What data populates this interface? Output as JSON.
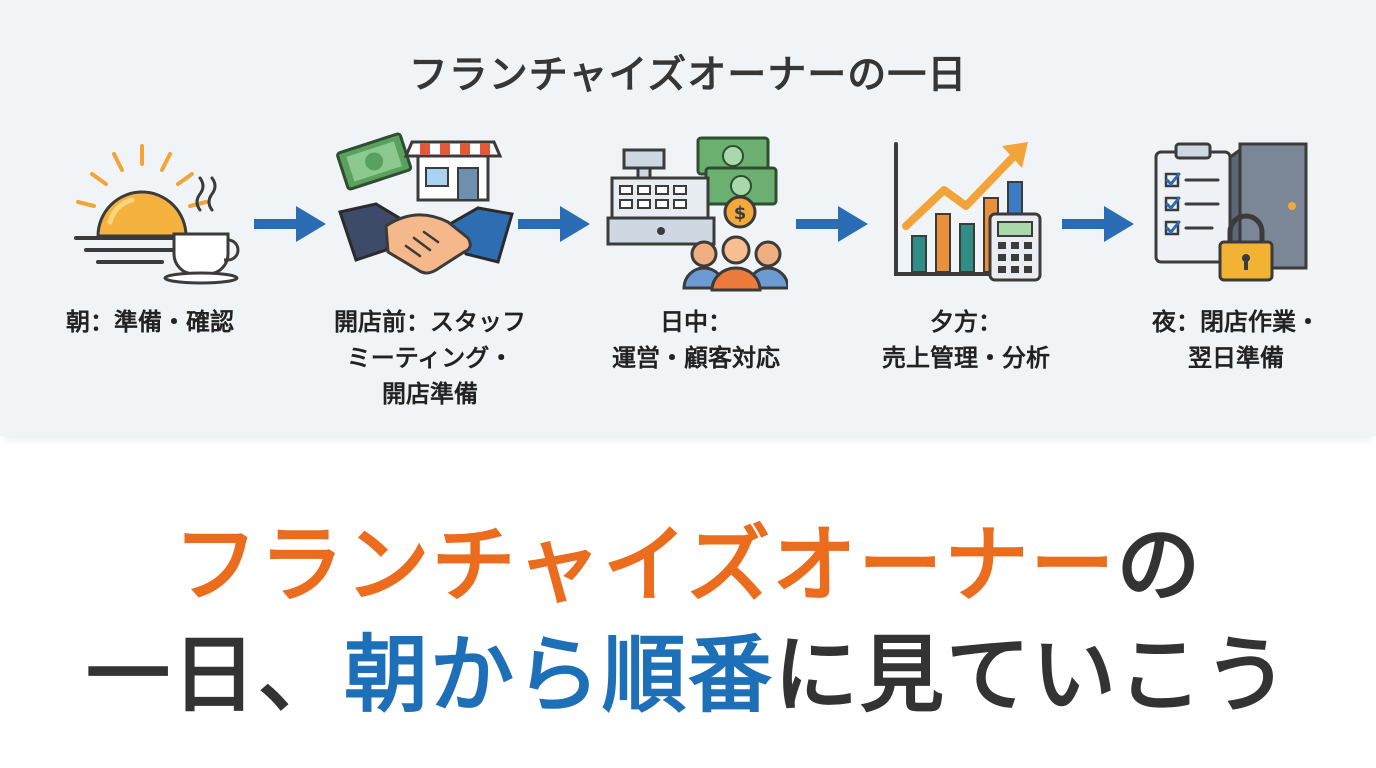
{
  "diagram": {
    "title": "フランチャイズオーナーの一日",
    "steps": [
      {
        "icon": "sunrise-coffee-icon",
        "lines": [
          "朝：準備・確認"
        ]
      },
      {
        "icon": "handshake-store-icon",
        "lines": [
          "開店前：スタッフ",
          "ミーティング・",
          "開店準備"
        ]
      },
      {
        "icon": "register-customers-icon",
        "lines": [
          "日中：",
          "運営・顧客対応"
        ]
      },
      {
        "icon": "sales-chart-calculator-icon",
        "lines": [
          "夕方：",
          "売上管理・分析"
        ]
      },
      {
        "icon": "checklist-door-lock-icon",
        "lines": [
          "夜：閉店作業・",
          "翌日準備"
        ]
      }
    ]
  },
  "headline": {
    "line1_orange": "フランチャイズオーナー",
    "line1_dark": "の",
    "line2_dark_a": "一日、",
    "line2_blue": "朝から順番",
    "line2_dark_b": "に見ていこう"
  },
  "colors": {
    "orange": "#ec6c1e",
    "blue": "#1d6fb8",
    "dark": "#333333",
    "arrow": "#2a6db5",
    "panel": "#f1f4f7"
  }
}
